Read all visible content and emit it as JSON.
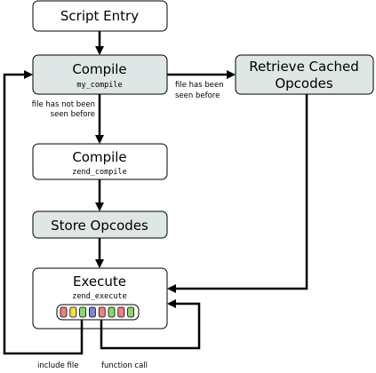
{
  "nodes": {
    "script_entry": {
      "title": "Script Entry"
    },
    "compile_my": {
      "title": "Compile",
      "subtitle": "my_compile"
    },
    "retrieve": {
      "title_line1": "Retrieve Cached",
      "title_line2": "Opcodes"
    },
    "compile_zend": {
      "title": "Compile",
      "subtitle": "zend_compile"
    },
    "store": {
      "title": "Store  Opcodes"
    },
    "execute": {
      "title": "Execute",
      "subtitle": "zend_execute"
    }
  },
  "edge_labels": {
    "not_seen_line1": "file has not been",
    "not_seen_line2": "seen before",
    "seen_line1": "file has been",
    "seen_line2": "seen before",
    "include_file": "include file",
    "function_call": "function call"
  },
  "opcode_colors": [
    "#f08080",
    "#f5e04a",
    "#8fd46a",
    "#7a86d6",
    "#f08080",
    "#8fd46a",
    "#f08080",
    "#8fd46a"
  ],
  "colors": {
    "box_plain": "#ffffff",
    "box_highlight": "#dfe6e6",
    "stroke": "#000000"
  }
}
